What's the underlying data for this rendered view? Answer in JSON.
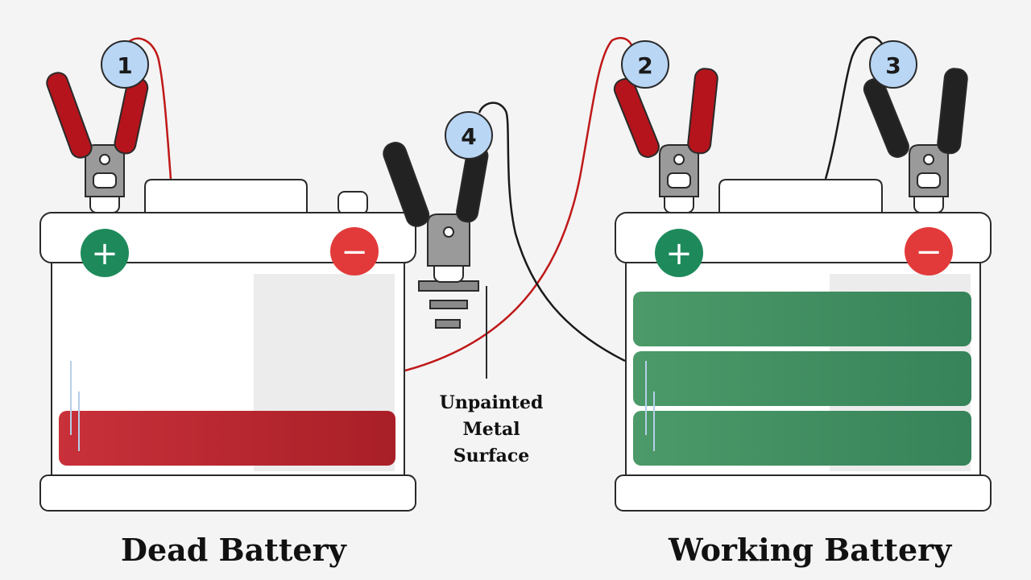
{
  "batteries": {
    "dead": {
      "title": "Dead Battery",
      "fill_color": "#c0282e",
      "charge_level": 0.2
    },
    "working": {
      "title": "Working Battery",
      "fill_color": "#3f8f5e",
      "charge_level": 1.0
    }
  },
  "terminals": {
    "positive_symbol": "+",
    "negative_symbol": "−",
    "positive_color": "#1e8a5c",
    "negative_color": "#e23a3a"
  },
  "connections": [
    {
      "step": "1",
      "cable_color": "#c01818"
    },
    {
      "step": "2",
      "cable_color": "#c01818"
    },
    {
      "step": "3",
      "cable_color": "#1a1a1a"
    },
    {
      "step": "4",
      "cable_color": "#1a1a1a"
    }
  ],
  "ground": {
    "label_lines": [
      "Unpainted",
      "Metal",
      "Surface"
    ]
  },
  "colors": {
    "badge_fill": "#b9d6f5",
    "clamp_red": "#b5141c",
    "clamp_black": "#222222",
    "clamp_metal": "#9a9a9a",
    "outline": "#2a2a2a"
  }
}
